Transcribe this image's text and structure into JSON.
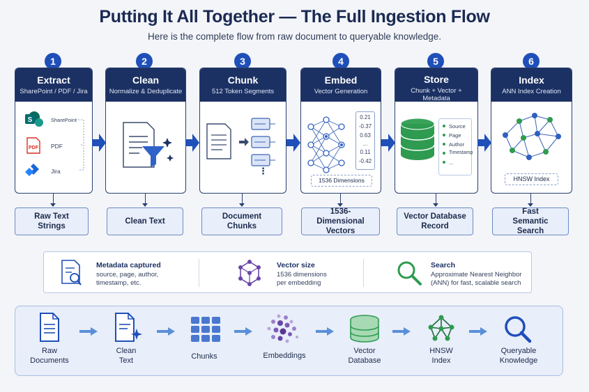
{
  "header": {
    "title": "Putting It All Together — The Full Ingestion Flow",
    "subtitle": "Here is the complete flow from raw document to queryable knowledge."
  },
  "steps": [
    {
      "number": "1",
      "title": "Extract",
      "subtitle": "SharePoint / PDF / Jira",
      "output": "Raw Text Strings",
      "sources": [
        "SharePoint",
        "PDF",
        "Jira"
      ]
    },
    {
      "number": "2",
      "title": "Clean",
      "subtitle": "Normalize & Deduplicate",
      "output": "Clean Text"
    },
    {
      "number": "3",
      "title": "Chunk",
      "subtitle": "512 Token Segments",
      "output": "Document Chunks",
      "ellipsis": "⋮"
    },
    {
      "number": "4",
      "title": "Embed",
      "subtitle": "Vector Generation",
      "output": "1536-Dimensional Vectors",
      "vector_values": [
        "0.21",
        "-0.37",
        "0.63",
        "...",
        "0.11",
        "-0.42"
      ],
      "dims_label": "1536 Dimensions"
    },
    {
      "number": "5",
      "title": "Store",
      "subtitle": "Chunk + Vector + Metadata",
      "output": "Vector Database Record",
      "fields": [
        "Source",
        "Page",
        "Author",
        "Timestamp",
        "..."
      ]
    },
    {
      "number": "6",
      "title": "Index",
      "subtitle": "ANN Index Creation",
      "output": "Fast Semantic Search",
      "index_label": "HNSW Index"
    }
  ],
  "info": [
    {
      "title": "Metadata captured",
      "text": "source, page, author, timestamp, etc.",
      "icon": "document-search-icon"
    },
    {
      "title": "Vector size",
      "text": "1536 dimensions per embedding",
      "icon": "cube-network-icon"
    },
    {
      "title": "Search",
      "text": "Approximate Nearest Neighbor (ANN) for fast, scalable search",
      "icon": "magnifier-icon"
    }
  ],
  "flow": [
    {
      "label": "Raw Documents",
      "icon": "document-icon"
    },
    {
      "label": "Clean Text",
      "icon": "clean-document-icon"
    },
    {
      "label": "Chunks",
      "icon": "chunks-grid-icon"
    },
    {
      "label": "Embeddings",
      "icon": "embeddings-dots-icon"
    },
    {
      "label": "Vector Database",
      "icon": "database-icon"
    },
    {
      "label": "HNSW Index",
      "icon": "graph-index-icon"
    },
    {
      "label": "Queryable Knowledge",
      "icon": "search-icon"
    }
  ],
  "colors": {
    "navy": "#1c3163",
    "accent_blue": "#1f4fb8",
    "green": "#2e9b50",
    "purple": "#6a46a8",
    "light_panel": "#e8eefa"
  }
}
